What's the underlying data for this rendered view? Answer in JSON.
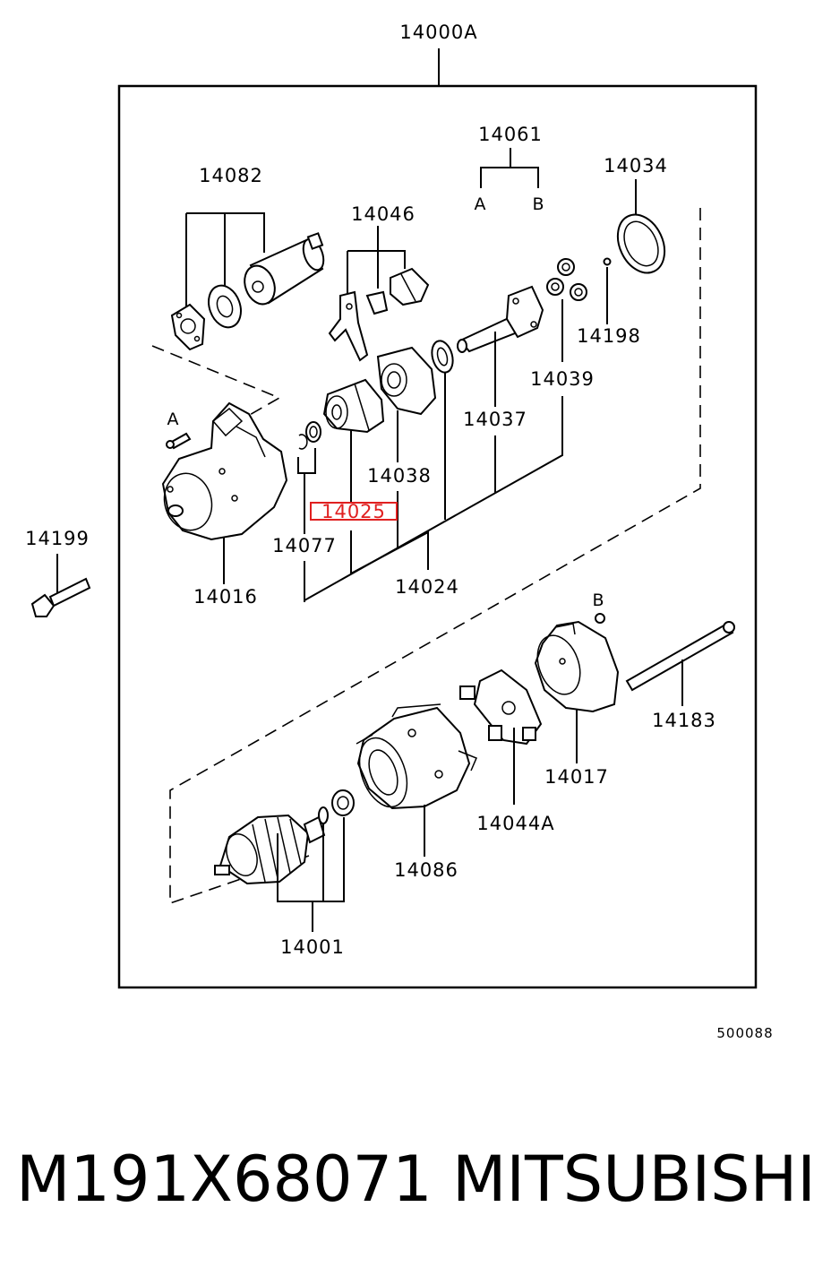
{
  "diagram": {
    "assembly_label": "14000A",
    "drawing_code": "500088",
    "highlighted_part": "14025",
    "callouts": {
      "p14061": "14061",
      "p14061_a": "A",
      "p14061_b": "B",
      "p14082": "14082",
      "p14046": "14046",
      "p14034": "14034",
      "p14198": "14198",
      "p14039": "14039",
      "p14037": "14037",
      "p14038": "14038",
      "p14025": "14025",
      "p14077": "14077",
      "p14024": "14024",
      "p14016": "14016",
      "p14199": "14199",
      "mark_a": "A",
      "mark_b": "B",
      "p14183": "14183",
      "p14017": "14017",
      "p14044A": "14044A",
      "p14086": "14086",
      "p14001": "14001"
    }
  },
  "footer": {
    "part_number": "M191X68071",
    "brand": "MITSUBISHI"
  }
}
